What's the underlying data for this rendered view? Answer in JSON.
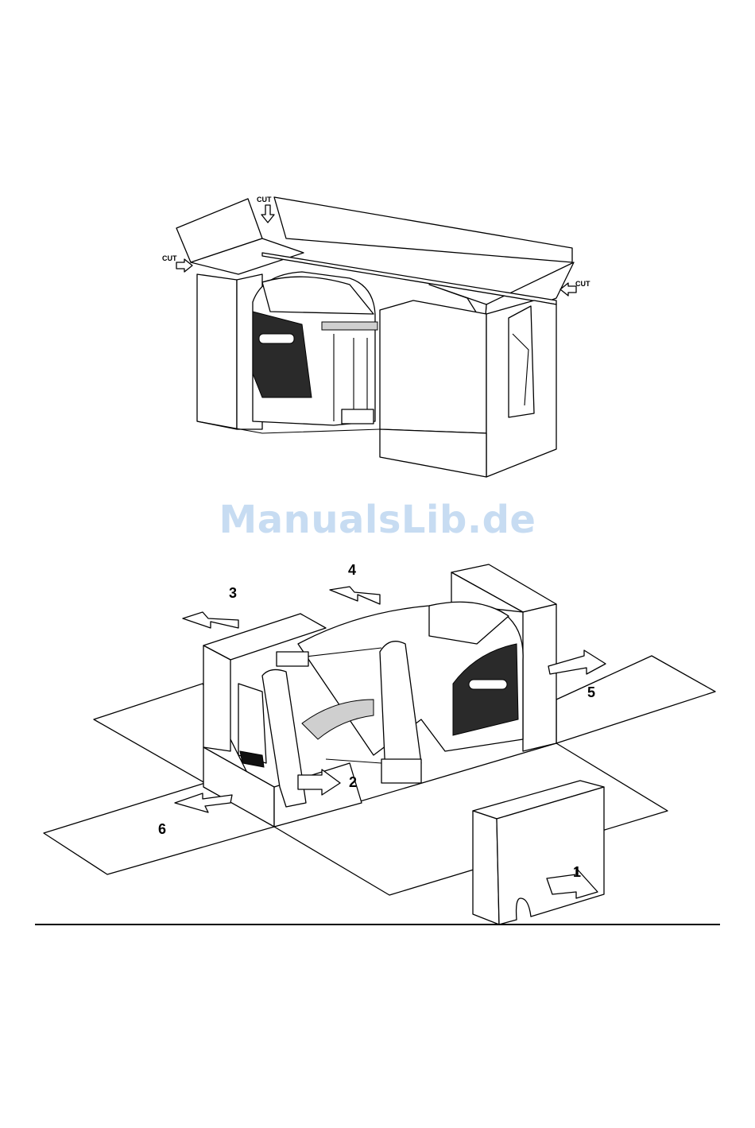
{
  "figure_top": {
    "cut_labels": [
      "CUT",
      "CUT",
      "CUT"
    ]
  },
  "figure_bottom": {
    "step_labels": [
      "1",
      "2",
      "3",
      "4",
      "5",
      "6"
    ]
  },
  "watermark": "ManualsLib.de"
}
